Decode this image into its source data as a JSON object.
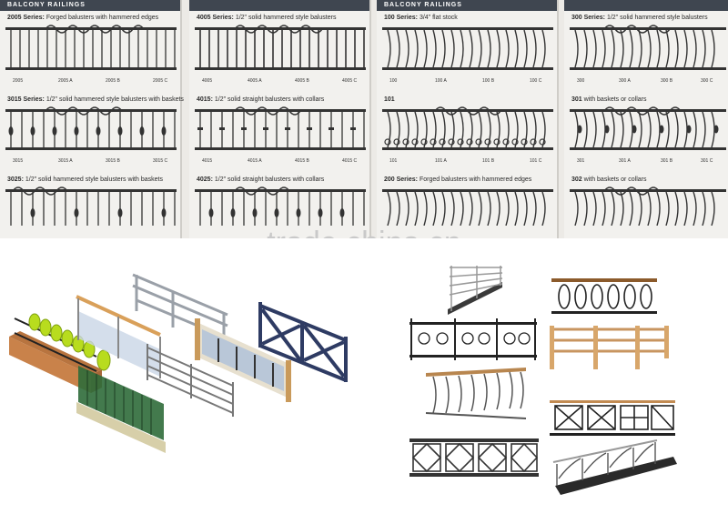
{
  "header_label": "BALCONY RAILINGS",
  "watermark": "trade.china.cn",
  "pages": [
    {
      "rows": [
        {
          "series": "2005 Series:",
          "desc": "Forged balusters with hammered edges",
          "captions": [
            "2005",
            "2005 A",
            "2005 B",
            "2005 C"
          ]
        },
        {
          "series": "3015 Series:",
          "desc": "1/2\" solid hammered style balusters with baskets",
          "captions": [
            "3015",
            "3015 A",
            "3015 B",
            "3015 C"
          ]
        },
        {
          "series": "3025:",
          "desc": "1/2\" solid hammered style balusters with baskets",
          "captions": []
        }
      ]
    },
    {
      "rows": [
        {
          "series": "4005 Series:",
          "desc": "1/2\" solid hammered style balusters",
          "captions": [
            "4005",
            "4005 A",
            "4005 B",
            "4005 C"
          ]
        },
        {
          "series": "4015:",
          "desc": "1/2\" solid straight balusters with collars",
          "captions": [
            "4015",
            "4015 A",
            "4015 B",
            "4015 C"
          ]
        },
        {
          "series": "4025:",
          "desc": "1/2\" solid straight balusters with collars",
          "captions": []
        }
      ]
    },
    {
      "rows": [
        {
          "series": "100 Series:",
          "desc": "3/4\" flat stock",
          "captions": [
            "100",
            "100 A",
            "100 B",
            "100 C"
          ]
        },
        {
          "series": "101",
          "desc": "",
          "captions": [
            "101",
            "101 A",
            "101 B",
            "101 C"
          ]
        },
        {
          "series": "200 Series:",
          "desc": "Forged balusters with hammered edges",
          "captions": []
        }
      ]
    },
    {
      "rows": [
        {
          "series": "300 Series:",
          "desc": "1/2\" solid hammered style balusters",
          "captions": [
            "300",
            "300 A",
            "300 B",
            "300 C"
          ]
        },
        {
          "series": "301",
          "desc": "with baskets          or collars",
          "captions": [
            "301",
            "301 A",
            "301 B",
            "301 C"
          ]
        },
        {
          "series": "302",
          "desc": "with baskets          or collars",
          "captions": []
        }
      ]
    }
  ]
}
